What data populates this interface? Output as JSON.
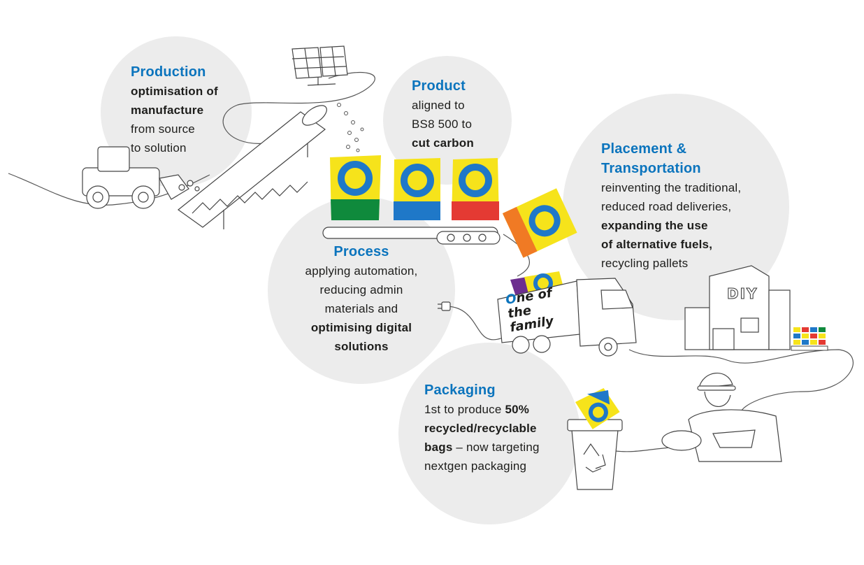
{
  "colors": {
    "accent_blue": "#0b74bd",
    "bag_yellow": "#f6e31b",
    "bag_green": "#0f8a3c",
    "bag_blue": "#1f78c8",
    "bag_red": "#e43a33",
    "bag_orange": "#f07a24",
    "bag_purple": "#6c2e8f",
    "circle_grey": "#ececec",
    "line_grey": "#555555"
  },
  "production": {
    "title": "Production",
    "line1": "optimisation of",
    "line2": "manufacture",
    "line3": "from source",
    "line4": "to solution"
  },
  "product": {
    "title": "Product",
    "line1": "aligned to",
    "line2": "BS8 500 to",
    "line3": "cut carbon"
  },
  "process": {
    "title": "Process",
    "line1": "applying automation,",
    "line2": "reducing admin",
    "line3": "materials and",
    "line4": "optimising digital",
    "line5": "solutions"
  },
  "placement": {
    "title_line1": "Placement &",
    "title_line2": "Transportation",
    "line1": "reinventing the traditional,",
    "line2": "reduced road deliveries,",
    "line3": "expanding the use",
    "line4": "of alternative fuels,",
    "line5": "recycling pallets"
  },
  "packaging": {
    "title": "Packaging",
    "line1_a": "1st to produce ",
    "line1_b": "50%",
    "line2": "recycled/recyclable",
    "line3_a": "bags",
    "line3_b": " – now targeting",
    "line4": "nextgen packaging"
  },
  "truck": {
    "slogan_o": "O",
    "slogan_rest1": "ne of",
    "slogan_line2": "the family"
  },
  "store": {
    "sign": "DIY"
  },
  "icons": [
    "solar-panel-icon",
    "excavator-icon",
    "conveyor-icon",
    "bag-icon",
    "truck-icon",
    "plug-icon",
    "store-icon",
    "pallet-icon",
    "recycle-bin-icon",
    "worker-icon"
  ]
}
